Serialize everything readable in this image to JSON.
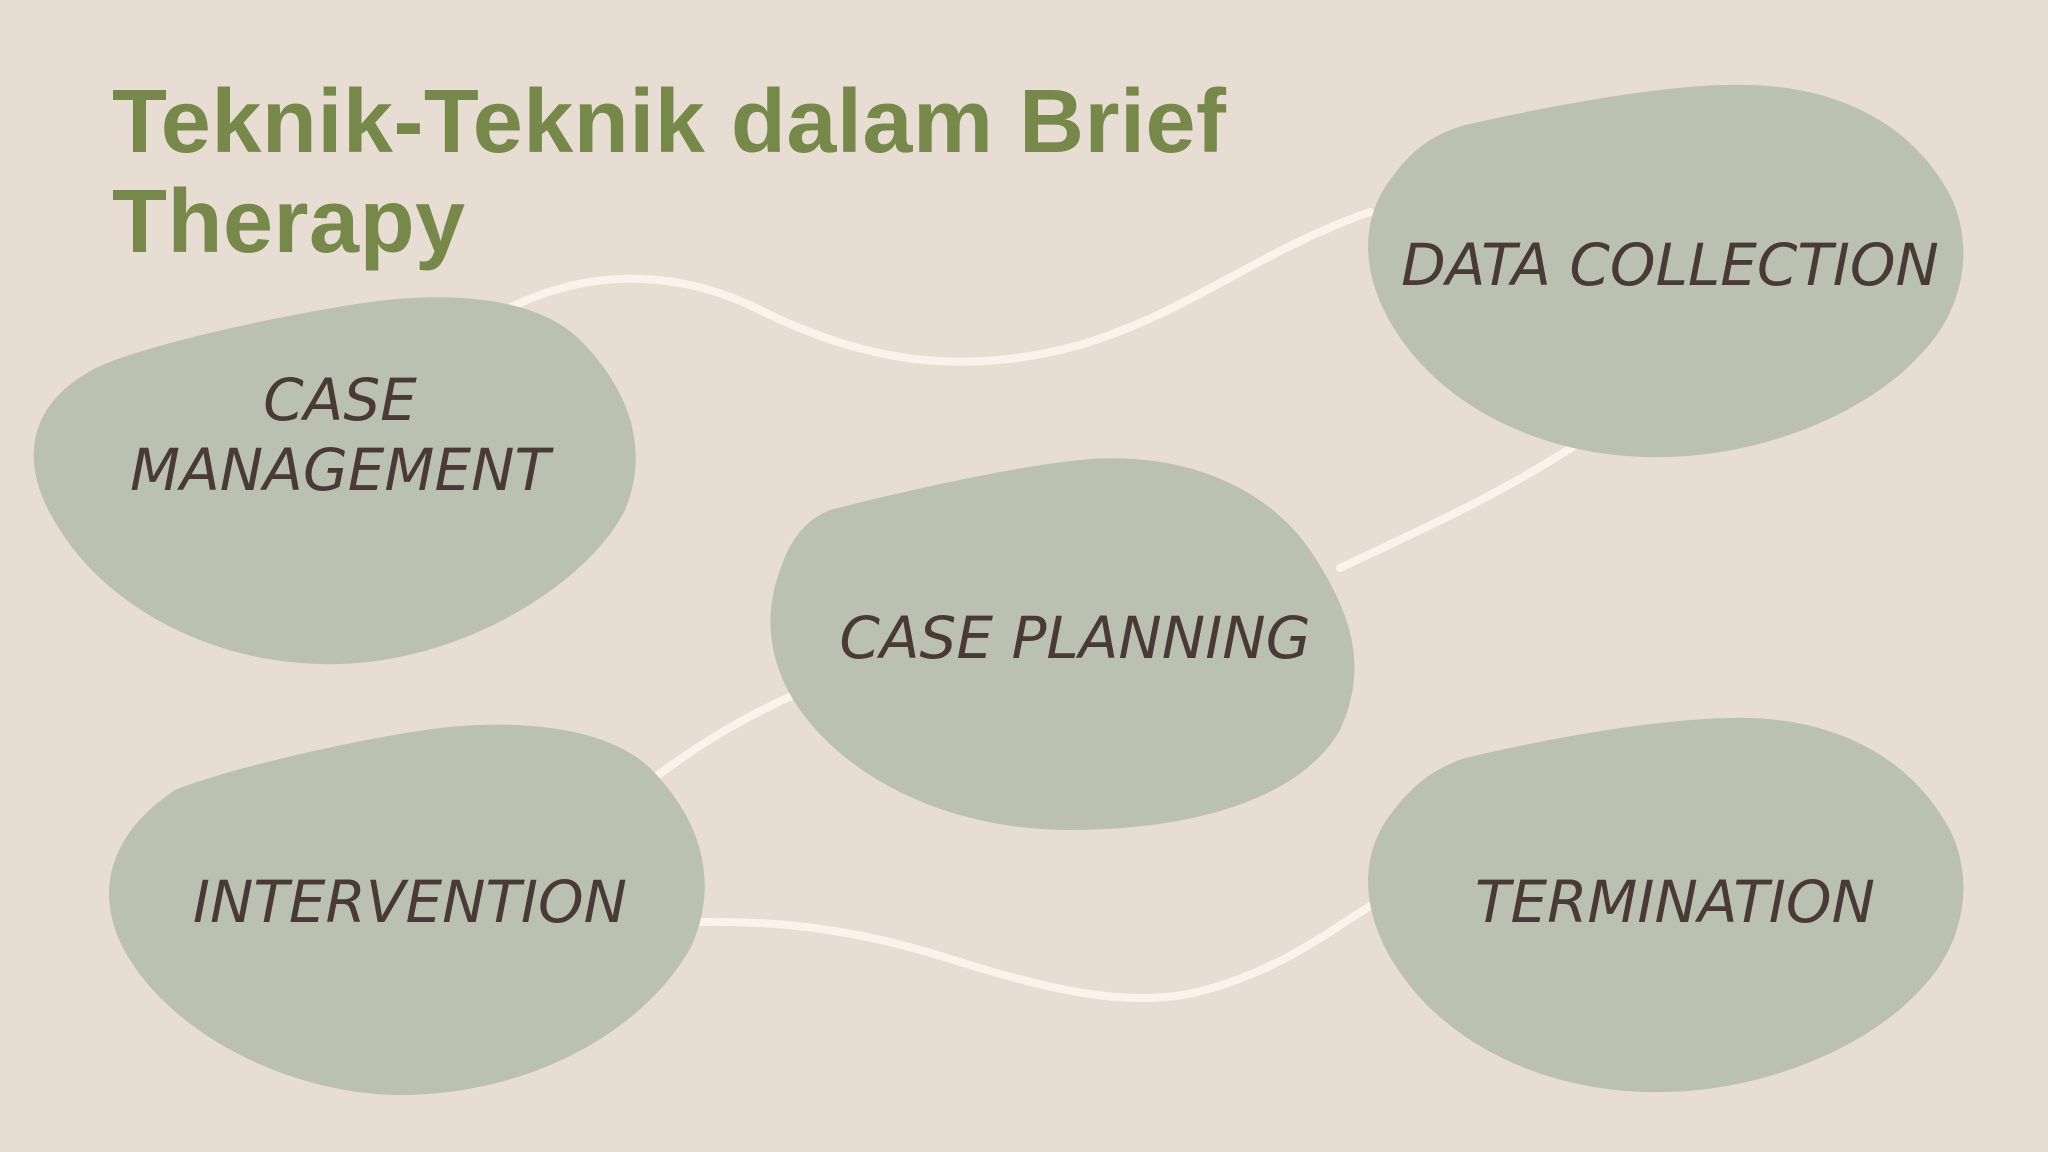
{
  "title": "Teknik-Teknik dalam Brief Therapy",
  "colors": {
    "background": "#e8ddd3",
    "title": "#76884a",
    "blob_fill": "#bbc1b1",
    "connector": "#fbf3ea",
    "label": "#4a3a36"
  },
  "nodes": {
    "case_management": "CASE MANAGEMENT",
    "data_collection": "DATA COLLECTION",
    "case_planning": "CASE PLANNING",
    "intervention": "INTERVENTION",
    "termination": "TERMINATION"
  }
}
